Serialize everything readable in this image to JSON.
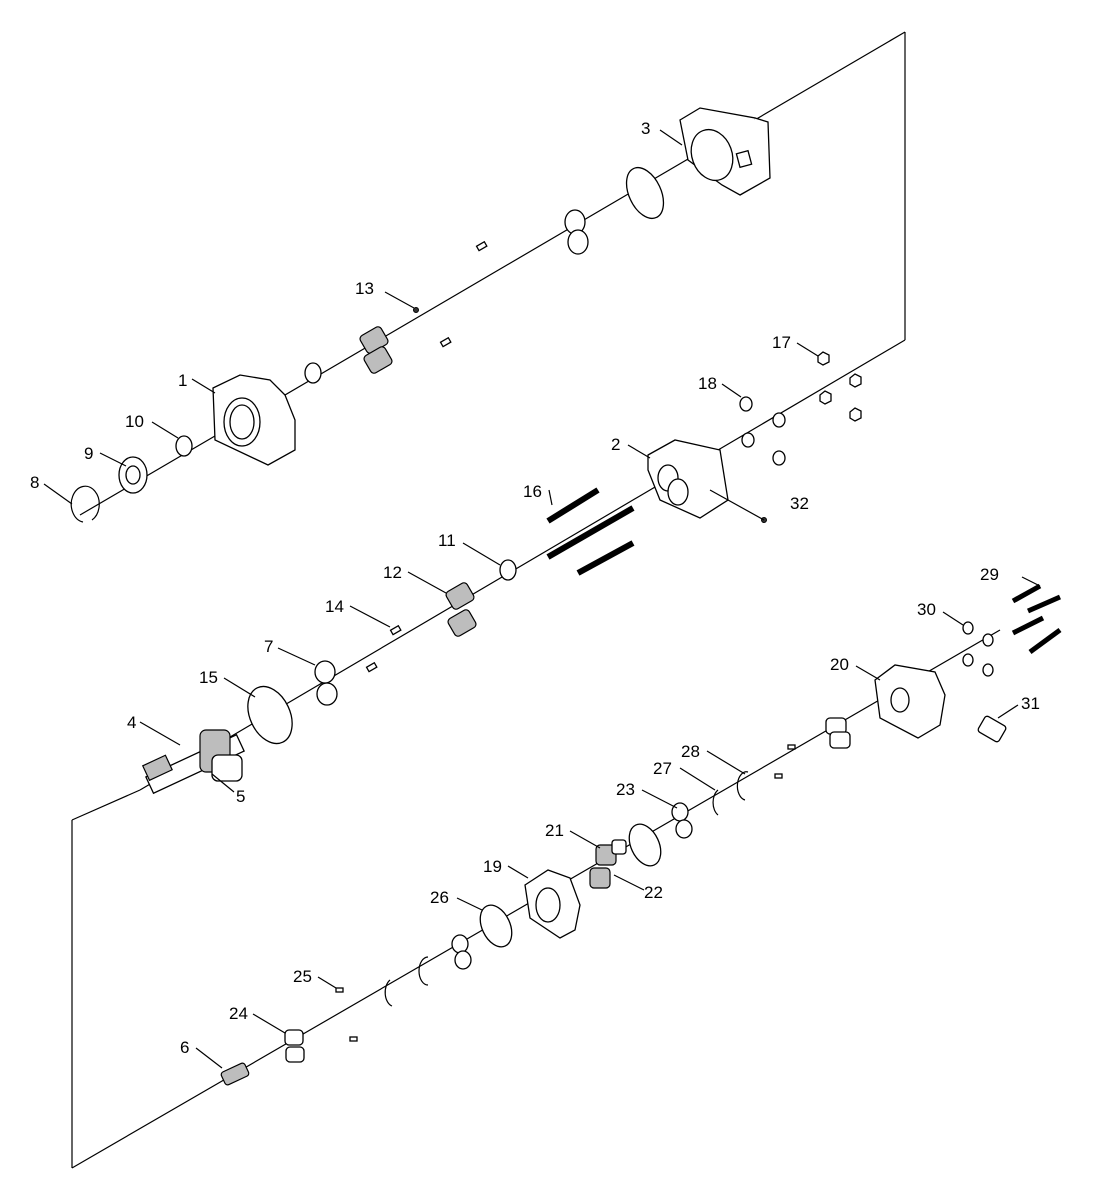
{
  "labels": {
    "l1": "1",
    "l2": "2",
    "l3": "3",
    "l4": "4",
    "l5": "5",
    "l6": "6",
    "l7": "7",
    "l8": "8",
    "l9": "9",
    "l10": "10",
    "l11": "11",
    "l12": "12",
    "l13": "13",
    "l14": "14",
    "l15": "15",
    "l16": "16",
    "l17": "17",
    "l18": "18",
    "l19": "19",
    "l20": "20",
    "l21": "21",
    "l22": "22",
    "l23": "23",
    "l24": "24",
    "l25": "25",
    "l26": "26",
    "l27": "27",
    "l28": "28",
    "l29": "29",
    "l30": "30",
    "l31": "31",
    "l32": "32"
  }
}
